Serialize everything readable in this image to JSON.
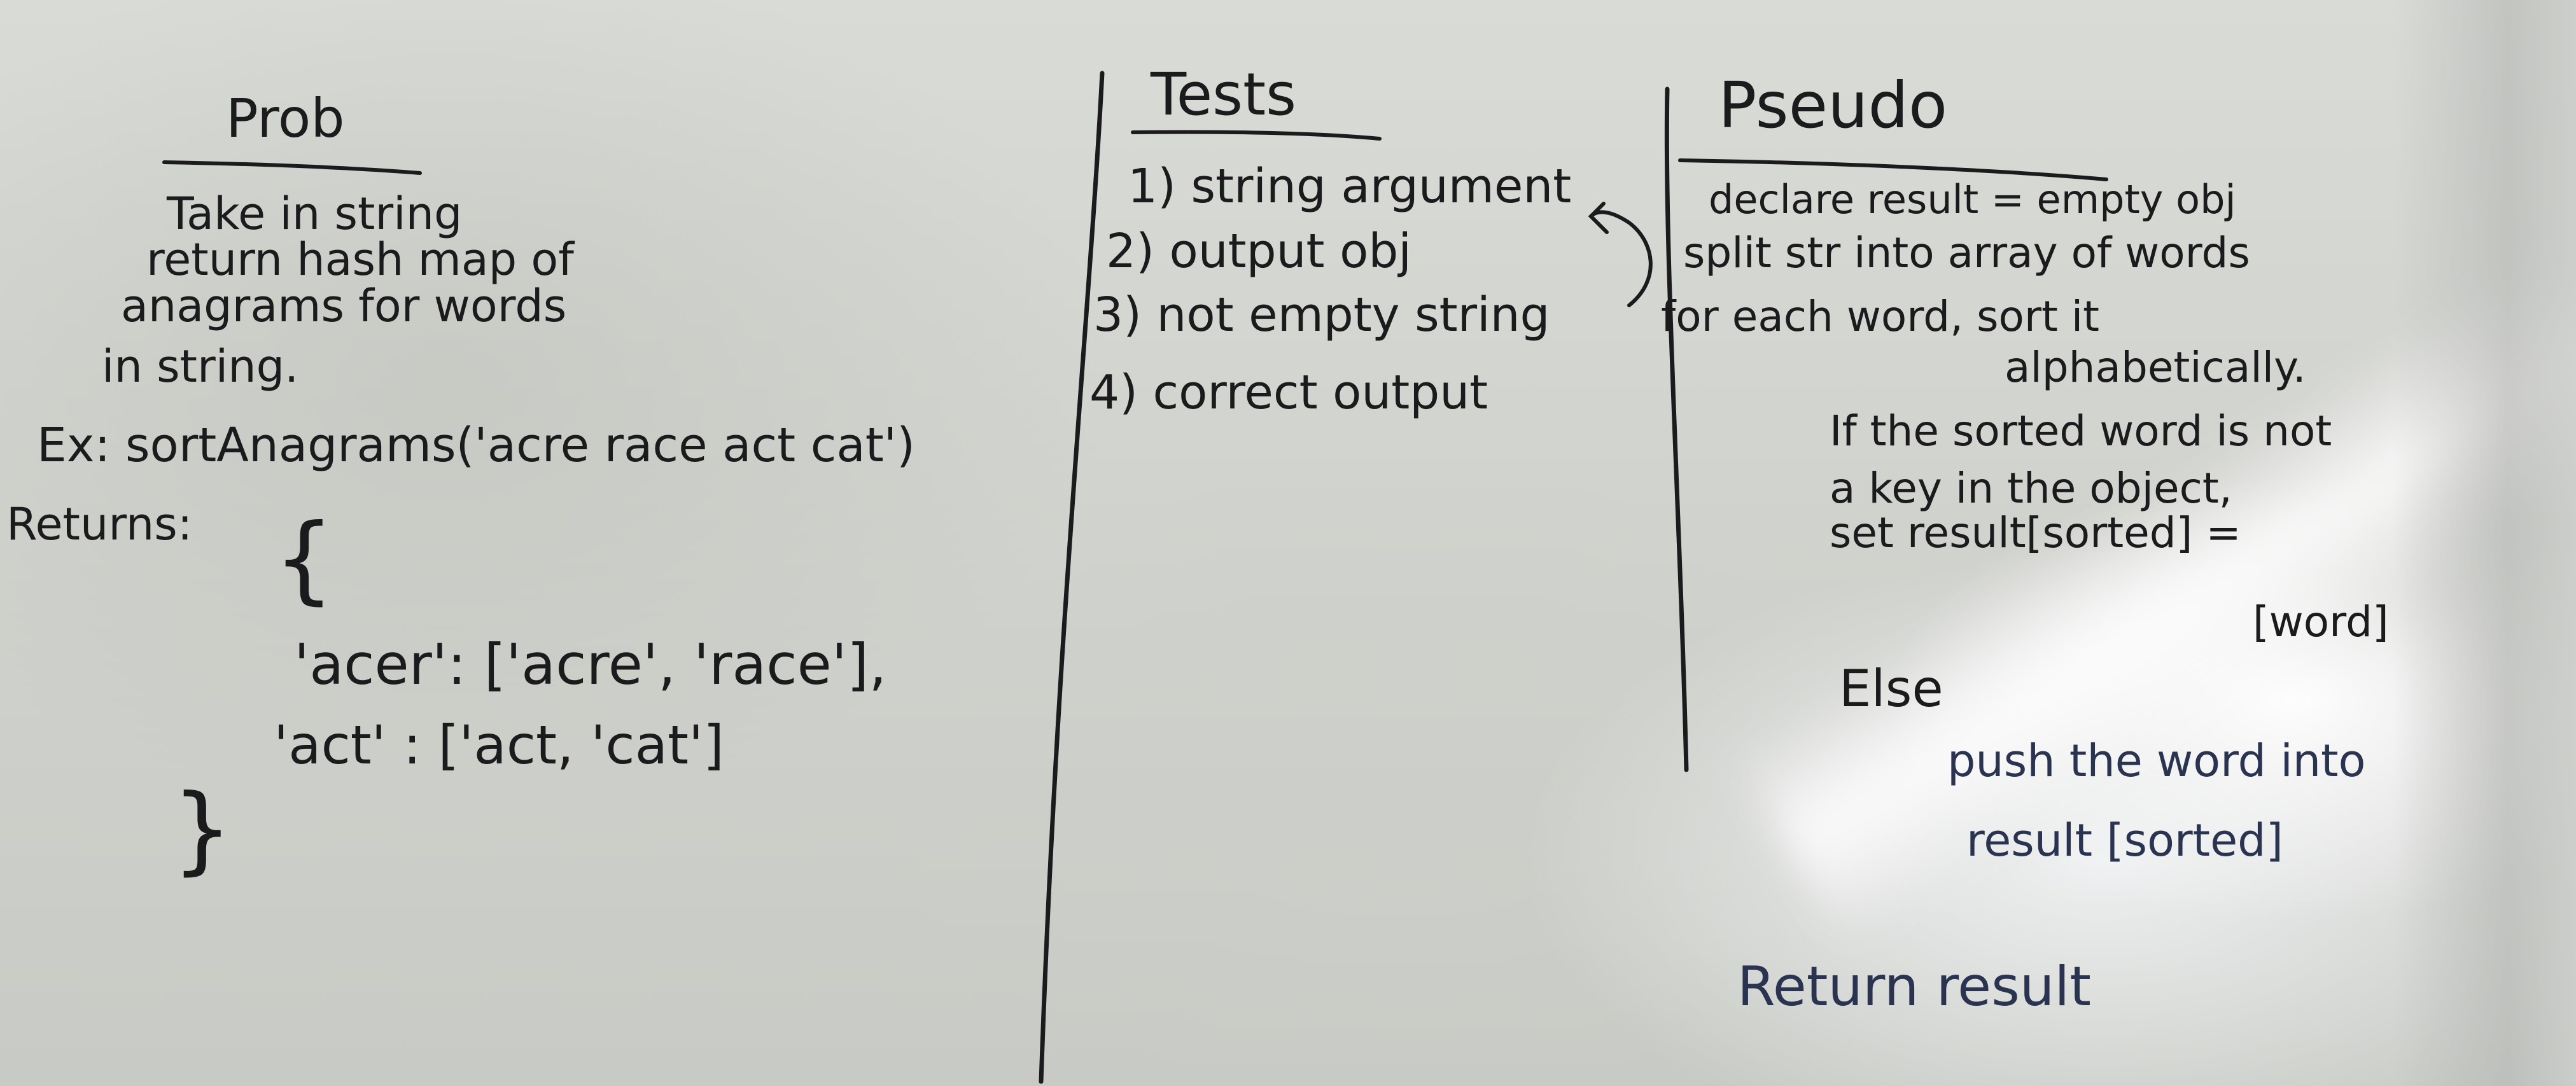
{
  "image": {
    "kind": "whiteboard-photo",
    "ink_color": "#1b1b1d",
    "blue_ink_color": "#2a3350"
  },
  "prob": {
    "heading": "Prob",
    "lines": [
      "Take in string",
      "return  hash map of",
      "anagrams for words",
      "in  string."
    ],
    "example": "Ex: sortAnagrams('acre race act cat')",
    "returns_label": "Returns:",
    "open_brace": "{",
    "entry1": "'acer': ['acre', 'race'],",
    "entry2": "'act' : ['act, 'cat']",
    "close_brace": "}"
  },
  "tests": {
    "heading": "Tests",
    "items": [
      "1) string argument",
      "2) output obj",
      "3) not empty string",
      "4) correct output"
    ]
  },
  "pseudo": {
    "heading": "Pseudo",
    "lines": [
      "declare result = empty obj",
      "split str into array of words",
      "for each word, sort it",
      "alphabetically.",
      "If the sorted word is not",
      "a key in the object,",
      "set  result[sorted] =",
      "[word]",
      "Else",
      "push the word into",
      "result [sorted]",
      "Return  result"
    ]
  }
}
